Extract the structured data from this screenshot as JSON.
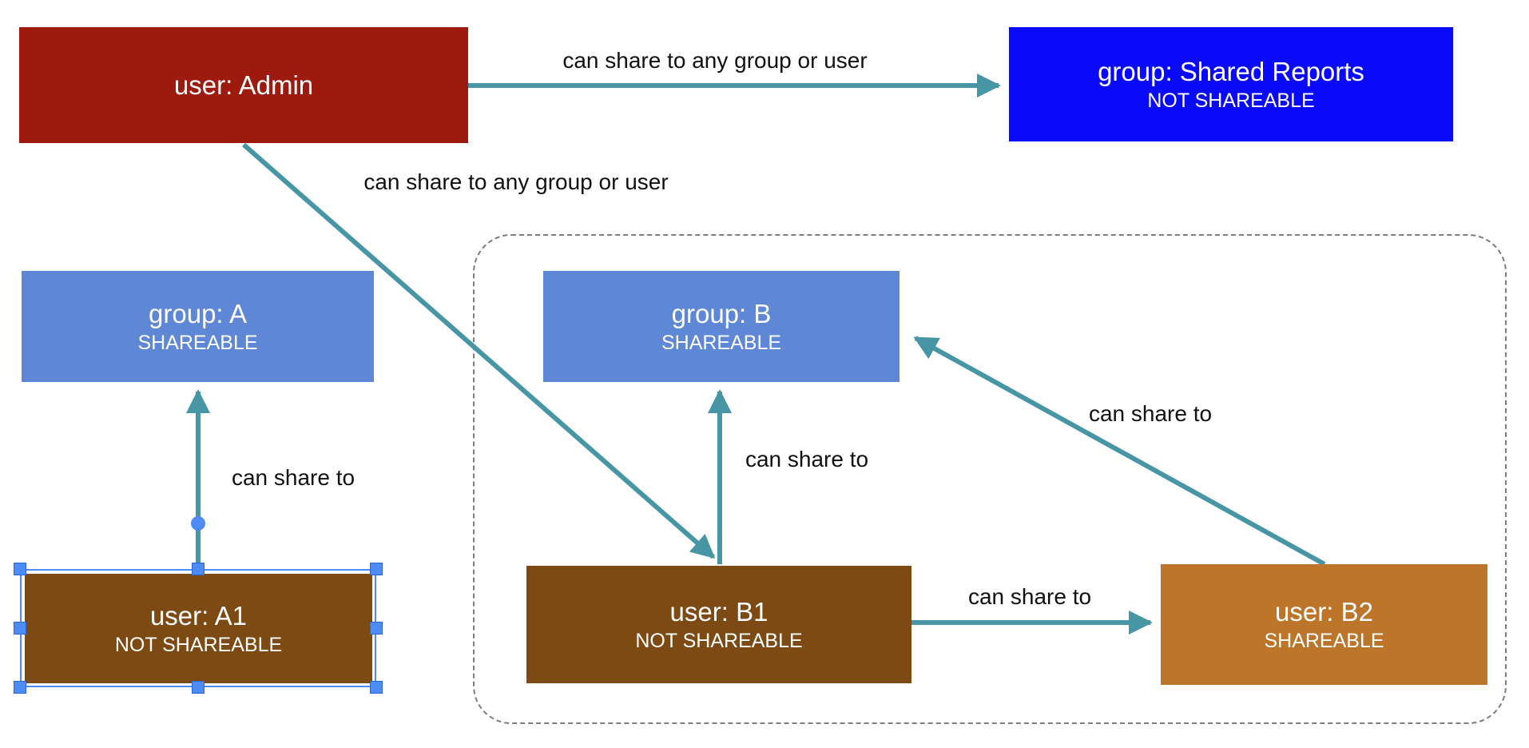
{
  "diagram": {
    "nodes": {
      "admin": {
        "title": "user: Admin"
      },
      "shared_reports": {
        "title": "group: Shared Reports",
        "subtitle": "NOT SHAREABLE"
      },
      "group_a": {
        "title": "group: A",
        "subtitle": "SHAREABLE"
      },
      "user_a1": {
        "title": "user: A1",
        "subtitle": "NOT SHAREABLE"
      },
      "group_b": {
        "title": "group: B",
        "subtitle": "SHAREABLE"
      },
      "user_b1": {
        "title": "user: B1",
        "subtitle": "NOT SHAREABLE"
      },
      "user_b2": {
        "title": "user: B2",
        "subtitle": "SHAREABLE"
      }
    },
    "edges": {
      "admin_to_shared_reports": {
        "from": "user: Admin",
        "to": "group: Shared Reports",
        "label": "can share to any group or user"
      },
      "admin_to_user_b1": {
        "from": "user: Admin",
        "to": "user: B1",
        "label": "can share to any group or user"
      },
      "user_a1_to_group_a": {
        "from": "user: A1",
        "to": "group: A",
        "label": "can share to"
      },
      "user_b1_to_group_b": {
        "from": "user: B1",
        "to": "group: B",
        "label": "can share to"
      },
      "user_b1_to_user_b2": {
        "from": "user: B1",
        "to": "user: B2",
        "label": "can share to"
      },
      "user_b2_to_group_b": {
        "from": "user: B2",
        "to": "group: B",
        "label": "can share to"
      }
    },
    "colors": {
      "admin_node": "#9C1B0E",
      "not_shareable_group_node": "#0A0AFA",
      "shareable_group_node": "#5E87D5",
      "not_shareable_user_node": "#7C4A12",
      "shareable_user_node": "#BD752A",
      "arrow": "#4796A6",
      "selection": "#4D8BF5",
      "boundary": "#7d7d7d"
    }
  }
}
